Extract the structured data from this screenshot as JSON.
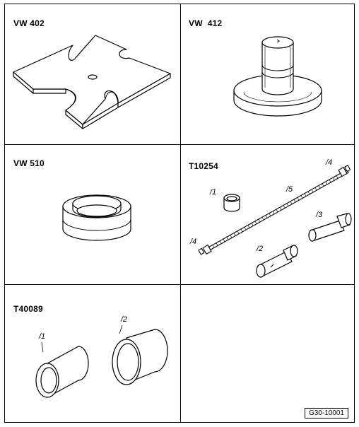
{
  "cells": [
    {
      "label": "VW 402"
    },
    {
      "label": "VW  412"
    },
    {
      "label": "VW 510"
    },
    {
      "label": "T10254",
      "callouts": [
        "/1",
        "/2",
        "/3",
        "/4",
        "/4",
        "/5"
      ]
    },
    {
      "label": "T40089",
      "callouts": [
        "/1",
        "/2"
      ]
    }
  ],
  "figure_ref": "G30-10001",
  "colors": {
    "line": "#000000",
    "background": "#ffffff"
  }
}
